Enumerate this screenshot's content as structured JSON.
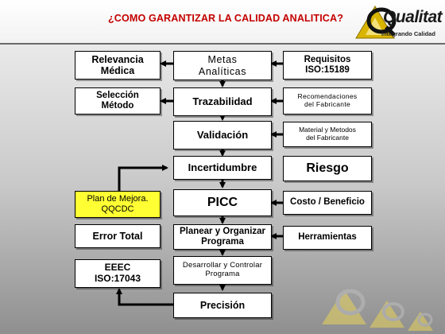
{
  "header": {
    "title": "¿COMO GARANTIZAR LA CALIDAD ANALITICA?",
    "logo_name": "Qualitat",
    "logo_tagline": "Integrando Calidad"
  },
  "diagram": {
    "boxes": {
      "relevancia": "Relevancia\nMédica",
      "metas": "Metas\nAnalíticas",
      "requisitos": "Requisitos\nISO:15189",
      "seleccion": "Selección\nMétodo",
      "trazabilidad": "Trazabilidad",
      "recomendaciones": "Recomendaciones\ndel Fabricante",
      "validacion": "Validación",
      "material": "Material y Metodos\ndel Fabricante",
      "incertidumbre": "Incertidumbre",
      "riesgo": "Riesgo",
      "plan": "Plan de Mejora.\nQQCDC",
      "picc": "PICC",
      "costo": "Costo / Beneficio",
      "error_total": "Error Total",
      "planear": "Planear y Organizar\nPrograma",
      "herramientas": "Herramientas",
      "eeec": "EEEC\nISO:17043",
      "desarrollar": "Desarrollar y Controlar\nPrograma",
      "precision": "Precisión"
    }
  },
  "colors": {
    "title": "#c40000",
    "highlight_box": "#ffff33",
    "logo_gold": "#d9b400"
  }
}
